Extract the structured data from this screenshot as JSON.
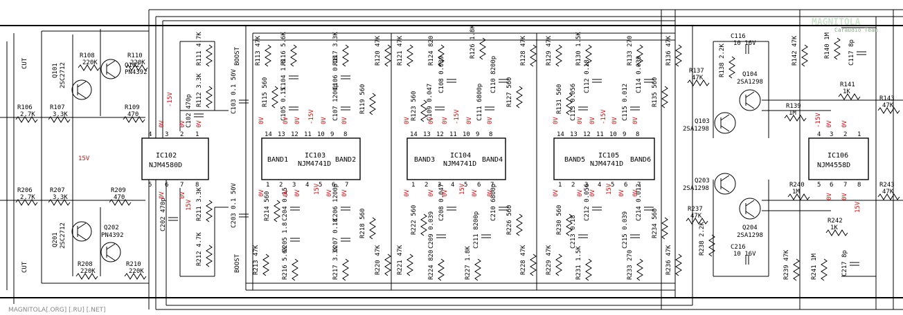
{
  "ics": [
    {
      "ref": "IC102",
      "part": "NJM4580D",
      "top_pins": [
        "4",
        "3",
        "2",
        "1"
      ],
      "bottom_pins": [
        "5",
        "6",
        "7",
        "8"
      ]
    },
    {
      "ref": "IC103",
      "part": "NJM4741D",
      "left": "BAND1",
      "right": "BAND2",
      "top_pins": [
        "14",
        "13",
        "12",
        "11",
        "10",
        "9",
        "8"
      ],
      "bottom_pins": [
        "1",
        "2",
        "3",
        "4",
        "5",
        "6",
        "7"
      ]
    },
    {
      "ref": "IC104",
      "part": "NJM4741D",
      "left": "BAND3",
      "right": "BAND4",
      "top_pins": [
        "14",
        "13",
        "12",
        "11",
        "10",
        "9",
        "8"
      ],
      "bottom_pins": [
        "1",
        "2",
        "3",
        "4",
        "5",
        "6",
        "7"
      ]
    },
    {
      "ref": "IC105",
      "part": "NJM4741D",
      "left": "BAND5",
      "right": "BAND6",
      "top_pins": [
        "14",
        "13",
        "12",
        "11",
        "10",
        "9",
        "8"
      ],
      "bottom_pins": [
        "1",
        "2",
        "3",
        "4",
        "5",
        "6",
        "7"
      ]
    },
    {
      "ref": "IC106",
      "part": "NJM4558D",
      "top_pins": [
        "4",
        "3",
        "2",
        "1"
      ],
      "bottom_pins": [
        "5",
        "6",
        "7",
        "8"
      ]
    }
  ],
  "labels": {
    "rail_pos": "15V",
    "rail_neg": "-15V",
    "gnd": "0V",
    "cut": "CUT",
    "boost": "BOOST",
    "watermark": "MAGNITOLA[.ORG] [.RU] [.NET]",
    "logo": "MAGNITOLA",
    "logo_sub": "Caraudio Team"
  },
  "transistors": [
    {
      "ref": "Q101",
      "part": "2SC2712"
    },
    {
      "ref": "Q102",
      "part": "PN4392"
    },
    {
      "ref": "Q201",
      "part": "2SC2712"
    },
    {
      "ref": "Q202",
      "part": "PN4392"
    },
    {
      "ref": "Q103",
      "part": "2SA1298"
    },
    {
      "ref": "Q104",
      "part": "2SA1298"
    },
    {
      "ref": "Q203",
      "part": "2SA1298"
    },
    {
      "ref": "Q204",
      "part": "2SA1298"
    }
  ],
  "components": {
    "R106": [
      "R106",
      "2.7K"
    ],
    "R107": [
      "R107",
      "3.3K"
    ],
    "R108": [
      "R108",
      "220K"
    ],
    "R110": [
      "R110",
      "220K"
    ],
    "R109": [
      "R109",
      "470"
    ],
    "R206": [
      "R206",
      "2.7K"
    ],
    "R207": [
      "R207",
      "3.3K"
    ],
    "R208": [
      "R208",
      "220K"
    ],
    "R210": [
      "R210",
      "220K"
    ],
    "R209": [
      "R209",
      "470"
    ],
    "R111": [
      "R111",
      "4.7K"
    ],
    "R112": [
      "R112",
      "3.3K"
    ],
    "C102": [
      "C102",
      "470p"
    ],
    "C103": [
      "C103",
      "0.1 50V"
    ],
    "R211": [
      "R211",
      "3.3K"
    ],
    "R212": [
      "R212",
      "4.7K"
    ],
    "C202": [
      "C202",
      "470p"
    ],
    "C203": [
      "C203",
      "0.1 50V"
    ],
    "R113": [
      "R113",
      "47K"
    ],
    "R115": [
      "R115",
      "560"
    ],
    "R116": [
      "R116",
      "5.6K"
    ],
    "C104": [
      "C104",
      "1.8"
    ],
    "C105": [
      "C105",
      "0.15"
    ],
    "R117": [
      "R117",
      "3.3K"
    ],
    "C106": [
      "C106",
      "0.18"
    ],
    "C107": [
      "C107",
      "1200p"
    ],
    "R119": [
      "R119",
      "560"
    ],
    "R120": [
      "R120",
      "47K"
    ],
    "R213": [
      "R213",
      "47K"
    ],
    "R214": [
      "R214",
      "560"
    ],
    "C204": [
      "C204",
      "0.15"
    ],
    "C205": [
      "C205",
      "1.8"
    ],
    "R216": [
      "R216",
      "5.6K"
    ],
    "C206": [
      "C206",
      "1200p"
    ],
    "R218": [
      "R218",
      "560"
    ],
    "C207": [
      "C207",
      "0.18"
    ],
    "R217": [
      "R217",
      "3.3K"
    ],
    "R220": [
      "R220",
      "47K"
    ],
    "R121": [
      "R121",
      "47K"
    ],
    "R123": [
      "R123",
      "560"
    ],
    "R124": [
      "R124",
      "820"
    ],
    "C108": [
      "C108",
      "0.039"
    ],
    "C109": [
      "C109",
      "0.047"
    ],
    "R126": [
      "R126",
      "1.8K"
    ],
    "C110": [
      "C110",
      "8200p"
    ],
    "C111": [
      "C111",
      "6800p"
    ],
    "R127": [
      "R127",
      "560"
    ],
    "R128": [
      "R128",
      "47K"
    ],
    "R221": [
      "R221",
      "47K"
    ],
    "R222": [
      "R222",
      "560"
    ],
    "C208": [
      "C208",
      "0.047"
    ],
    "C209": [
      "C209",
      "0.039"
    ],
    "R224": [
      "R224",
      "820"
    ],
    "C210": [
      "C210",
      "6800p"
    ],
    "C211": [
      "C211",
      "8200p"
    ],
    "R226": [
      "R226",
      "560"
    ],
    "R227": [
      "R227",
      "1.8K"
    ],
    "R228": [
      "R228",
      "47K"
    ],
    "R129": [
      "R129",
      "47K"
    ],
    "R131": [
      "R131",
      "560"
    ],
    "R130": [
      "R130",
      "1.5K"
    ],
    "C112": [
      "C112",
      "0.18"
    ],
    "C113": [
      "C113",
      "0.056"
    ],
    "R133": [
      "R133",
      "270"
    ],
    "C114": [
      "C114",
      "0.039"
    ],
    "C115": [
      "C115",
      "0.012"
    ],
    "R135": [
      "R135",
      "560"
    ],
    "R136": [
      "R136",
      "47K"
    ],
    "R229": [
      "R229",
      "47K"
    ],
    "R230": [
      "R230",
      "560"
    ],
    "C212": [
      "C212",
      "0.056"
    ],
    "C213": [
      "C213",
      "0.18"
    ],
    "R231": [
      "R231",
      "1.5K"
    ],
    "C214": [
      "C214",
      "0.012"
    ],
    "C215": [
      "C215",
      "0.039"
    ],
    "R234": [
      "R234",
      "560"
    ],
    "R233": [
      "R233",
      "270"
    ],
    "R236": [
      "R236",
      "47K"
    ],
    "C116": [
      "C116",
      "10 16V"
    ],
    "R137": [
      "R137",
      "47K"
    ],
    "R138": [
      "R138",
      "2.2K"
    ],
    "R142": [
      "R142",
      "47K"
    ],
    "R140": [
      "R140",
      "1M"
    ],
    "C117": [
      "C117",
      "8p"
    ],
    "R141": [
      "R141",
      "1K"
    ],
    "R139": [
      "R139",
      "1M"
    ],
    "R143": [
      "R143",
      "47K"
    ],
    "C216": [
      "C216",
      "10 16V"
    ],
    "R237": [
      "R237",
      "47K"
    ],
    "R238": [
      "R238",
      "2.2K"
    ],
    "R239": [
      "R239",
      "47K"
    ],
    "R241": [
      "R241",
      "1M"
    ],
    "C217": [
      "C217",
      "8p"
    ],
    "R242": [
      "R242",
      "1K"
    ],
    "R240": [
      "R240",
      "1M"
    ],
    "R243": [
      "R243",
      "47K"
    ]
  }
}
